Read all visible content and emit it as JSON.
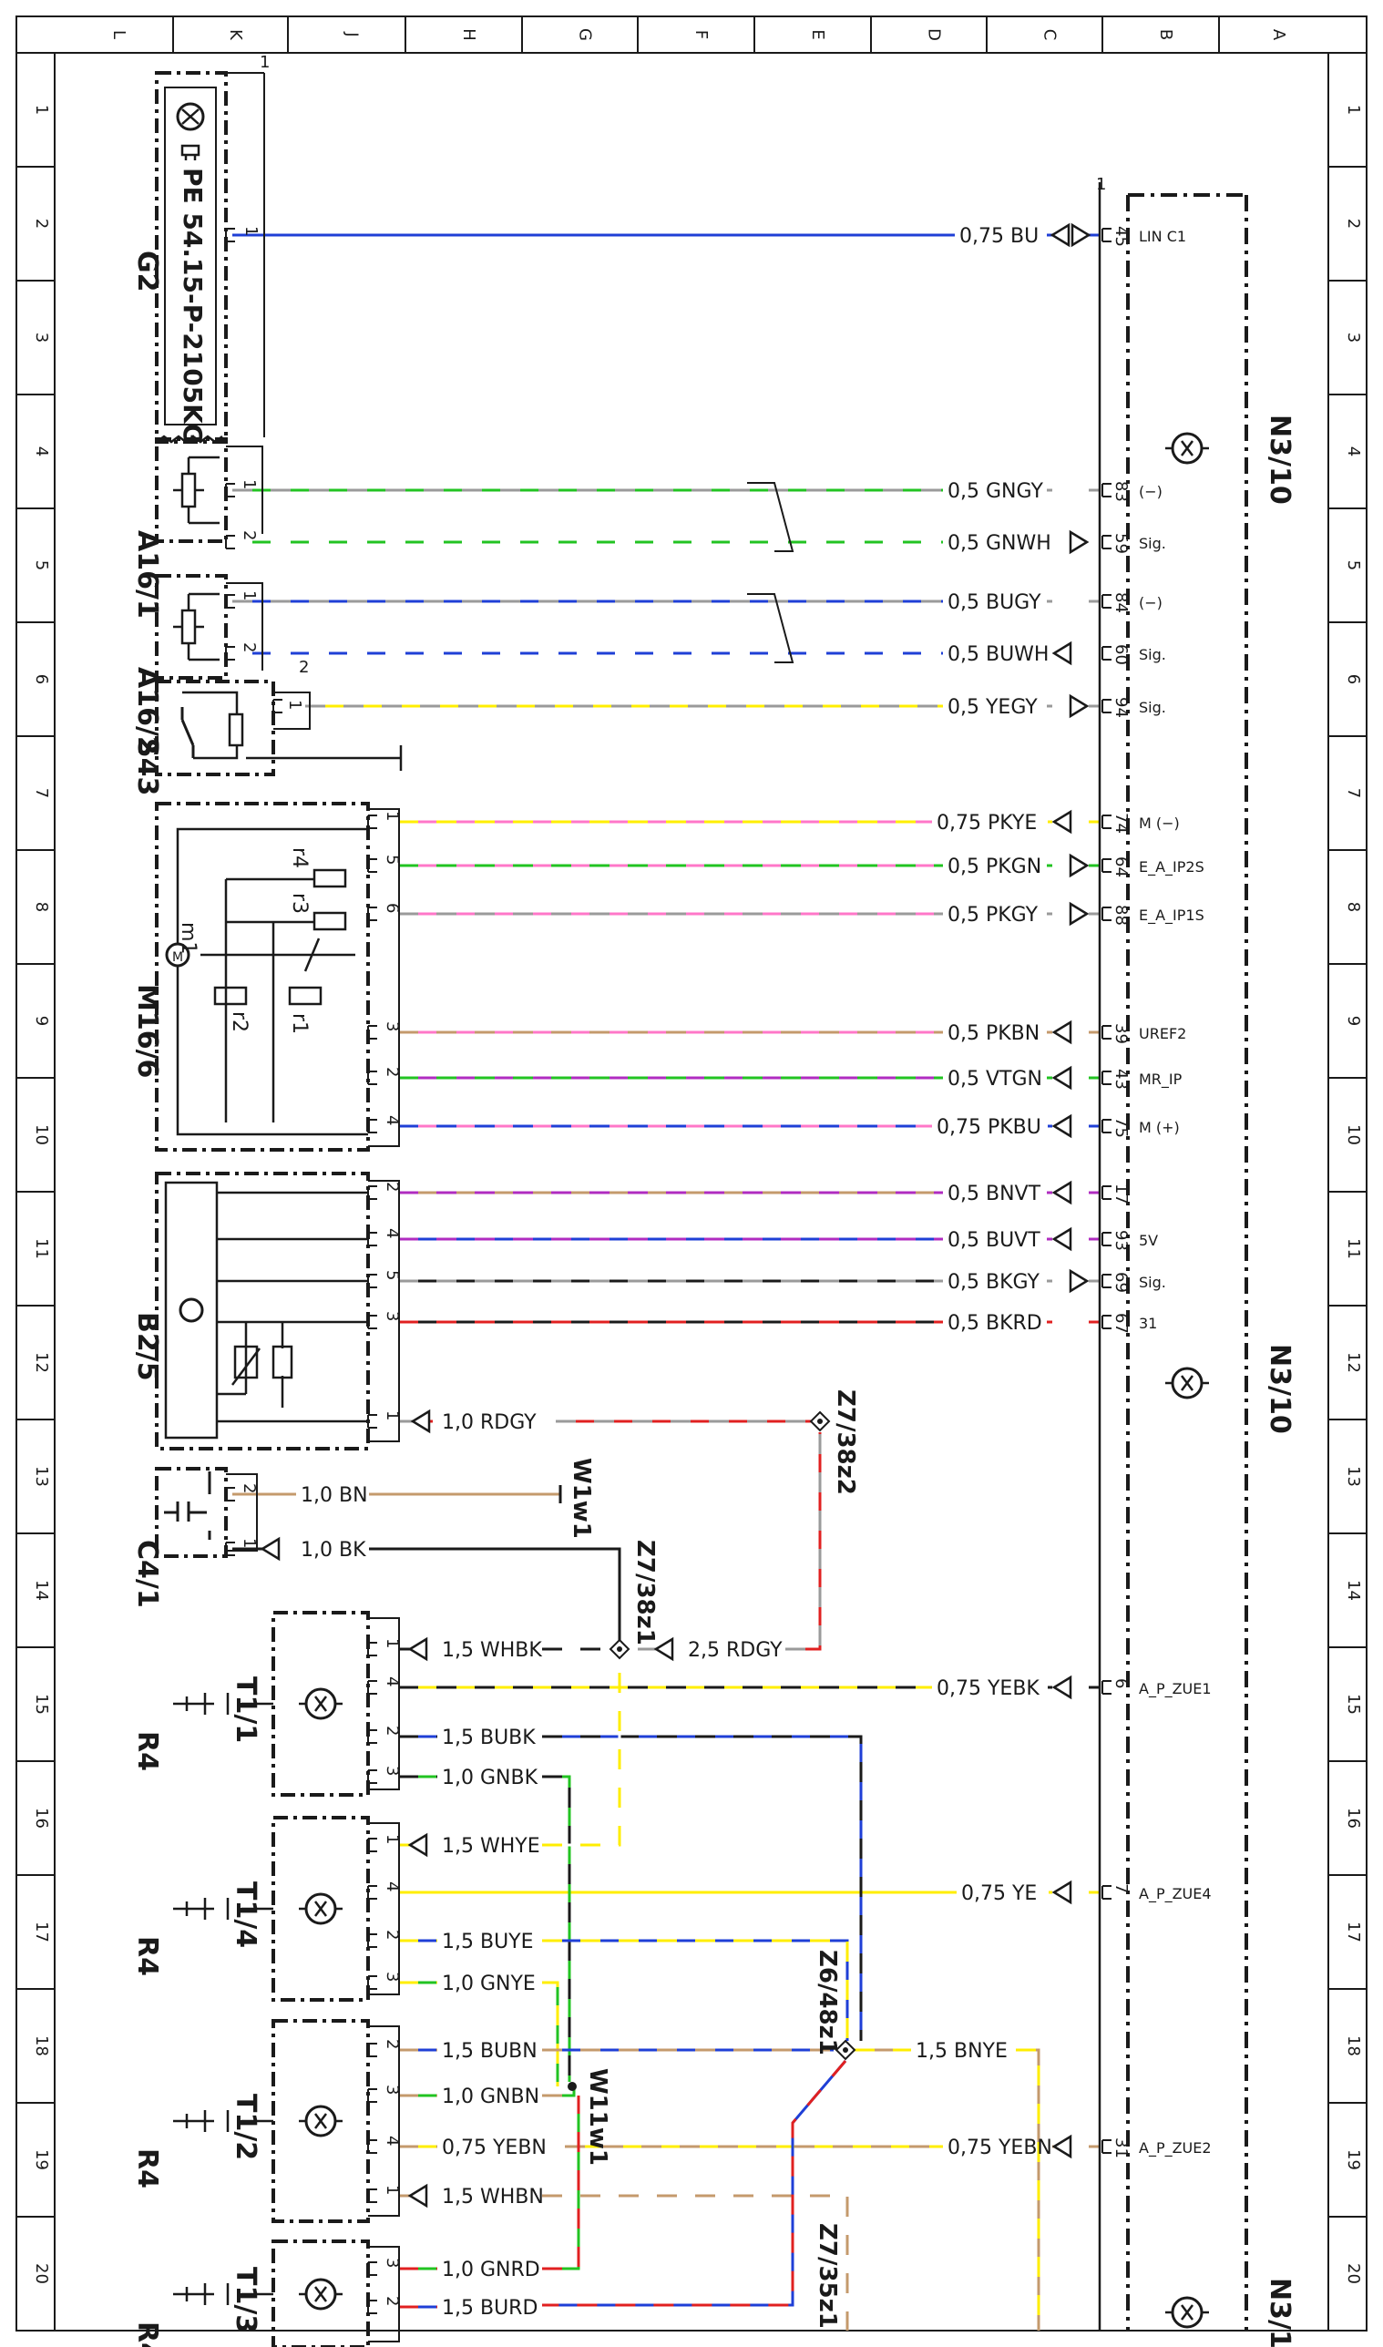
{
  "frame": {
    "col_letters": [
      "L",
      "K",
      "J",
      "H",
      "G",
      "F",
      "E",
      "D",
      "C",
      "B",
      "A"
    ],
    "row_numbers": [
      "1",
      "2",
      "3",
      "4",
      "5",
      "6",
      "7",
      "8",
      "9",
      "10",
      "11",
      "12",
      "13",
      "14",
      "15",
      "16",
      "17",
      "18",
      "19",
      "20"
    ]
  },
  "components": {
    "g2": {
      "label": "G2",
      "part": "PE 54.15-P-2105KG",
      "pin": "1",
      "corner": "1"
    },
    "a16_1": {
      "label": "A16/1",
      "pins": [
        "1",
        "2"
      ]
    },
    "a16_2": {
      "label": "A16/2",
      "pins": [
        "1",
        "2"
      ]
    },
    "s43": {
      "label": "S43",
      "pin": "1",
      "corner": "2"
    },
    "m16_6": {
      "label": "M16/6",
      "motor": "m1",
      "resistors": [
        "r4",
        "r3",
        "r2",
        "r1"
      ],
      "pins": [
        "1",
        "5",
        "6",
        "3",
        "2",
        "4"
      ]
    },
    "b2_5": {
      "label": "B2/5",
      "pins": [
        "2",
        "4",
        "5",
        "3",
        "1"
      ]
    },
    "c4_1": {
      "label": "C4/1",
      "pins": [
        "2",
        "1"
      ]
    },
    "t1_1": {
      "label": "T1/1",
      "pins": [
        "1",
        "4",
        "2",
        "3"
      ]
    },
    "t1_4": {
      "label": "T1/4",
      "pins": [
        "1",
        "4",
        "2",
        "3"
      ]
    },
    "t1_2": {
      "label": "T1/2",
      "pins": [
        "2",
        "3",
        "4",
        "1"
      ]
    },
    "t1_3": {
      "label": "T1/3",
      "pins": [
        "3",
        "2"
      ]
    },
    "r4": {
      "label": "R4"
    },
    "n3_10": {
      "label": "N3/10",
      "corner": "1"
    }
  },
  "splices": {
    "z7_38z2": "Z7/38z2",
    "z7_38z1": "Z7/38z1",
    "z6_48z1": "Z6/48z1",
    "z7_35z1": "Z7/35z1",
    "w11w1": "W11w1",
    "w1w1": "W1w1"
  },
  "wires": [
    {
      "id": "g2-lin",
      "wire": "0,75 BU",
      "n3_pin": "45",
      "n3_label": "LIN C1"
    },
    {
      "id": "a161-1",
      "wire": "0,5 GNGY",
      "n3_pin": "83",
      "n3_label": "(−)"
    },
    {
      "id": "a161-2",
      "wire": "0,5 GNWH",
      "n3_pin": "59",
      "n3_label": "Sig."
    },
    {
      "id": "a162-1",
      "wire": "0,5 BUGY",
      "n3_pin": "84",
      "n3_label": "(−)"
    },
    {
      "id": "a162-2",
      "wire": "0,5 BUWH",
      "n3_pin": "60",
      "n3_label": "Sig."
    },
    {
      "id": "s43",
      "wire": "0,5 YEGY",
      "n3_pin": "94",
      "n3_label": "Sig."
    },
    {
      "id": "m166-1",
      "wire": "0,75 PKYE",
      "n3_pin": "74",
      "n3_label": "M (−)"
    },
    {
      "id": "m166-5",
      "wire": "0,5 PKGN",
      "n3_pin": "64",
      "n3_label": "E_A_IP2S"
    },
    {
      "id": "m166-6",
      "wire": "0,5 PKGY",
      "n3_pin": "88",
      "n3_label": "E_A_IP1S"
    },
    {
      "id": "m166-3",
      "wire": "0,5 PKBN",
      "n3_pin": "39",
      "n3_label": "UREF2"
    },
    {
      "id": "m166-2",
      "wire": "0,5 VTGN",
      "n3_pin": "43",
      "n3_label": "MR_IP"
    },
    {
      "id": "m166-4",
      "wire": "0,75 PKBU",
      "n3_pin": "75",
      "n3_label": "M (+)"
    },
    {
      "id": "b25-2",
      "wire": "0,5 BNVT",
      "n3_pin": "17",
      "n3_label": ""
    },
    {
      "id": "b25-4",
      "wire": "0,5 BUVT",
      "n3_pin": "93",
      "n3_label": "5V"
    },
    {
      "id": "b25-5",
      "wire": "0,5 BKGY",
      "n3_pin": "69",
      "n3_label": "Sig."
    },
    {
      "id": "b25-3",
      "wire": "0,5 BKRD",
      "n3_pin": "67",
      "n3_label": "31"
    },
    {
      "id": "t11-4",
      "wire": "0,75 YEBK",
      "n3_pin": "6",
      "n3_label": "A_P_ZUE1"
    },
    {
      "id": "t14-4",
      "wire": "0,75 YE",
      "n3_pin": "7",
      "n3_label": "A_P_ZUE4"
    },
    {
      "id": "t12-4",
      "wire": "0,75 YEBN",
      "n3_pin": "31",
      "n3_label": "A_P_ZUE2"
    }
  ],
  "local_wires": {
    "b25_1": "1,0 RDGY",
    "c41_2": "1,0 BN",
    "c41_1": "1,0 BK",
    "t11_1": "1,5 WHBK",
    "t11_2": "1,5 BUBK",
    "t11_3": "1,0 GNBK",
    "z7_feed": "2,5 RDGY",
    "t14_1": "1,5 WHYE",
    "t14_2": "1,5 BUYE",
    "t14_3": "1,0 GNYE",
    "t12_2": "1,5 BUBN",
    "t12_3": "1,0 GNBN",
    "t12_1": "1,5 WHBN",
    "z6_out": "1,5 BNYE",
    "t13_3": "1,0 GNRD",
    "t13_2": "1,5 BURD"
  },
  "colors": {
    "BU": "#1f3fd6",
    "GN": "#22c322",
    "YE": "#ffee00",
    "PK": "#ff77c8",
    "VT": "#b02cc0",
    "BN": "#c49a6c",
    "BK": "#1a1a1a",
    "GY": "#9a9a9a",
    "RD": "#e02020",
    "WH": "#ffffff"
  }
}
